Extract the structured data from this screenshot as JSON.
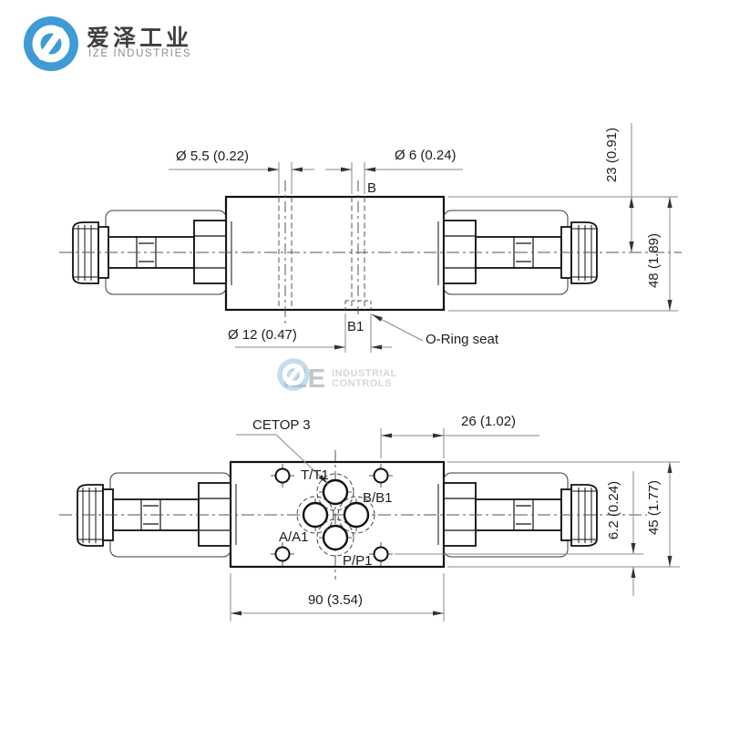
{
  "header": {
    "company_cn": "爱泽工业",
    "company_en": "IZE INDUSTRIES"
  },
  "watermark": {
    "brand": "iZE",
    "line1": "INDUSTRIAL",
    "line2": "CONTROLS"
  },
  "top_view": {
    "dia_55": "Ø 5.5 (0.22)",
    "dia_6": "Ø 6 (0.24)",
    "port_b": "B",
    "dia_12": "Ø 12 (0.47)",
    "port_b1": "B1",
    "oring_seat": "O-Ring seat",
    "dim_23": "23 (0.91)",
    "dim_48": "48 (1.89)"
  },
  "bottom_view": {
    "standard": "CETOP 3",
    "dim_26": "26 (1.02)",
    "dim_62": "6.2 (0.24)",
    "dim_45": "45 (1.77)",
    "dim_90": "90 (3.54)",
    "port_t": "T/T1",
    "port_b": "B/B1",
    "port_a": "A/A1",
    "port_p": "P/P1"
  },
  "colors": {
    "logo_blue": "#3e9bd5",
    "drawing_line": "#111111",
    "dimension_line": "#8a8a8a",
    "centerline": "#555555",
    "text": "#1c1c1c",
    "watermark_gray": "#c3c9ce"
  }
}
